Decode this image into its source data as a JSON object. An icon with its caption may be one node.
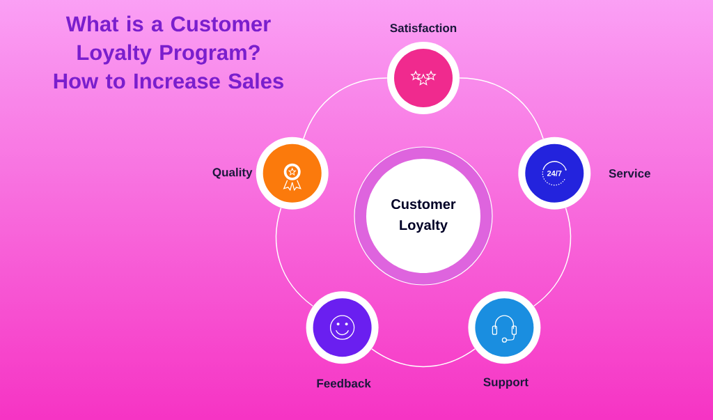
{
  "diagram": {
    "title": "What is a Customer Loyalty Program? How to Increase Sales",
    "nodes": [
      {
        "text": [
          "Customer Loyalty"
        ]
      },
      {
        "text": [
          "Satisfaction"
        ]
      },
      {
        "text": [
          "Service"
        ]
      },
      {
        "text": [
          "Support"
        ]
      },
      {
        "text": [
          "Feedback"
        ]
      },
      {
        "text": [
          "Quality"
        ]
      }
    ],
    "edges": [
      {
        "from": 1,
        "to": 2,
        "arrow": "none"
      },
      {
        "from": 2,
        "to": 3,
        "arrow": "none"
      },
      {
        "from": 3,
        "to": 4,
        "arrow": "none"
      },
      {
        "from": 4,
        "to": 5,
        "arrow": "none"
      },
      {
        "from": 5,
        "to": 1,
        "arrow": "none"
      }
    ],
    "labels": [
      "24/7"
    ]
  }
}
